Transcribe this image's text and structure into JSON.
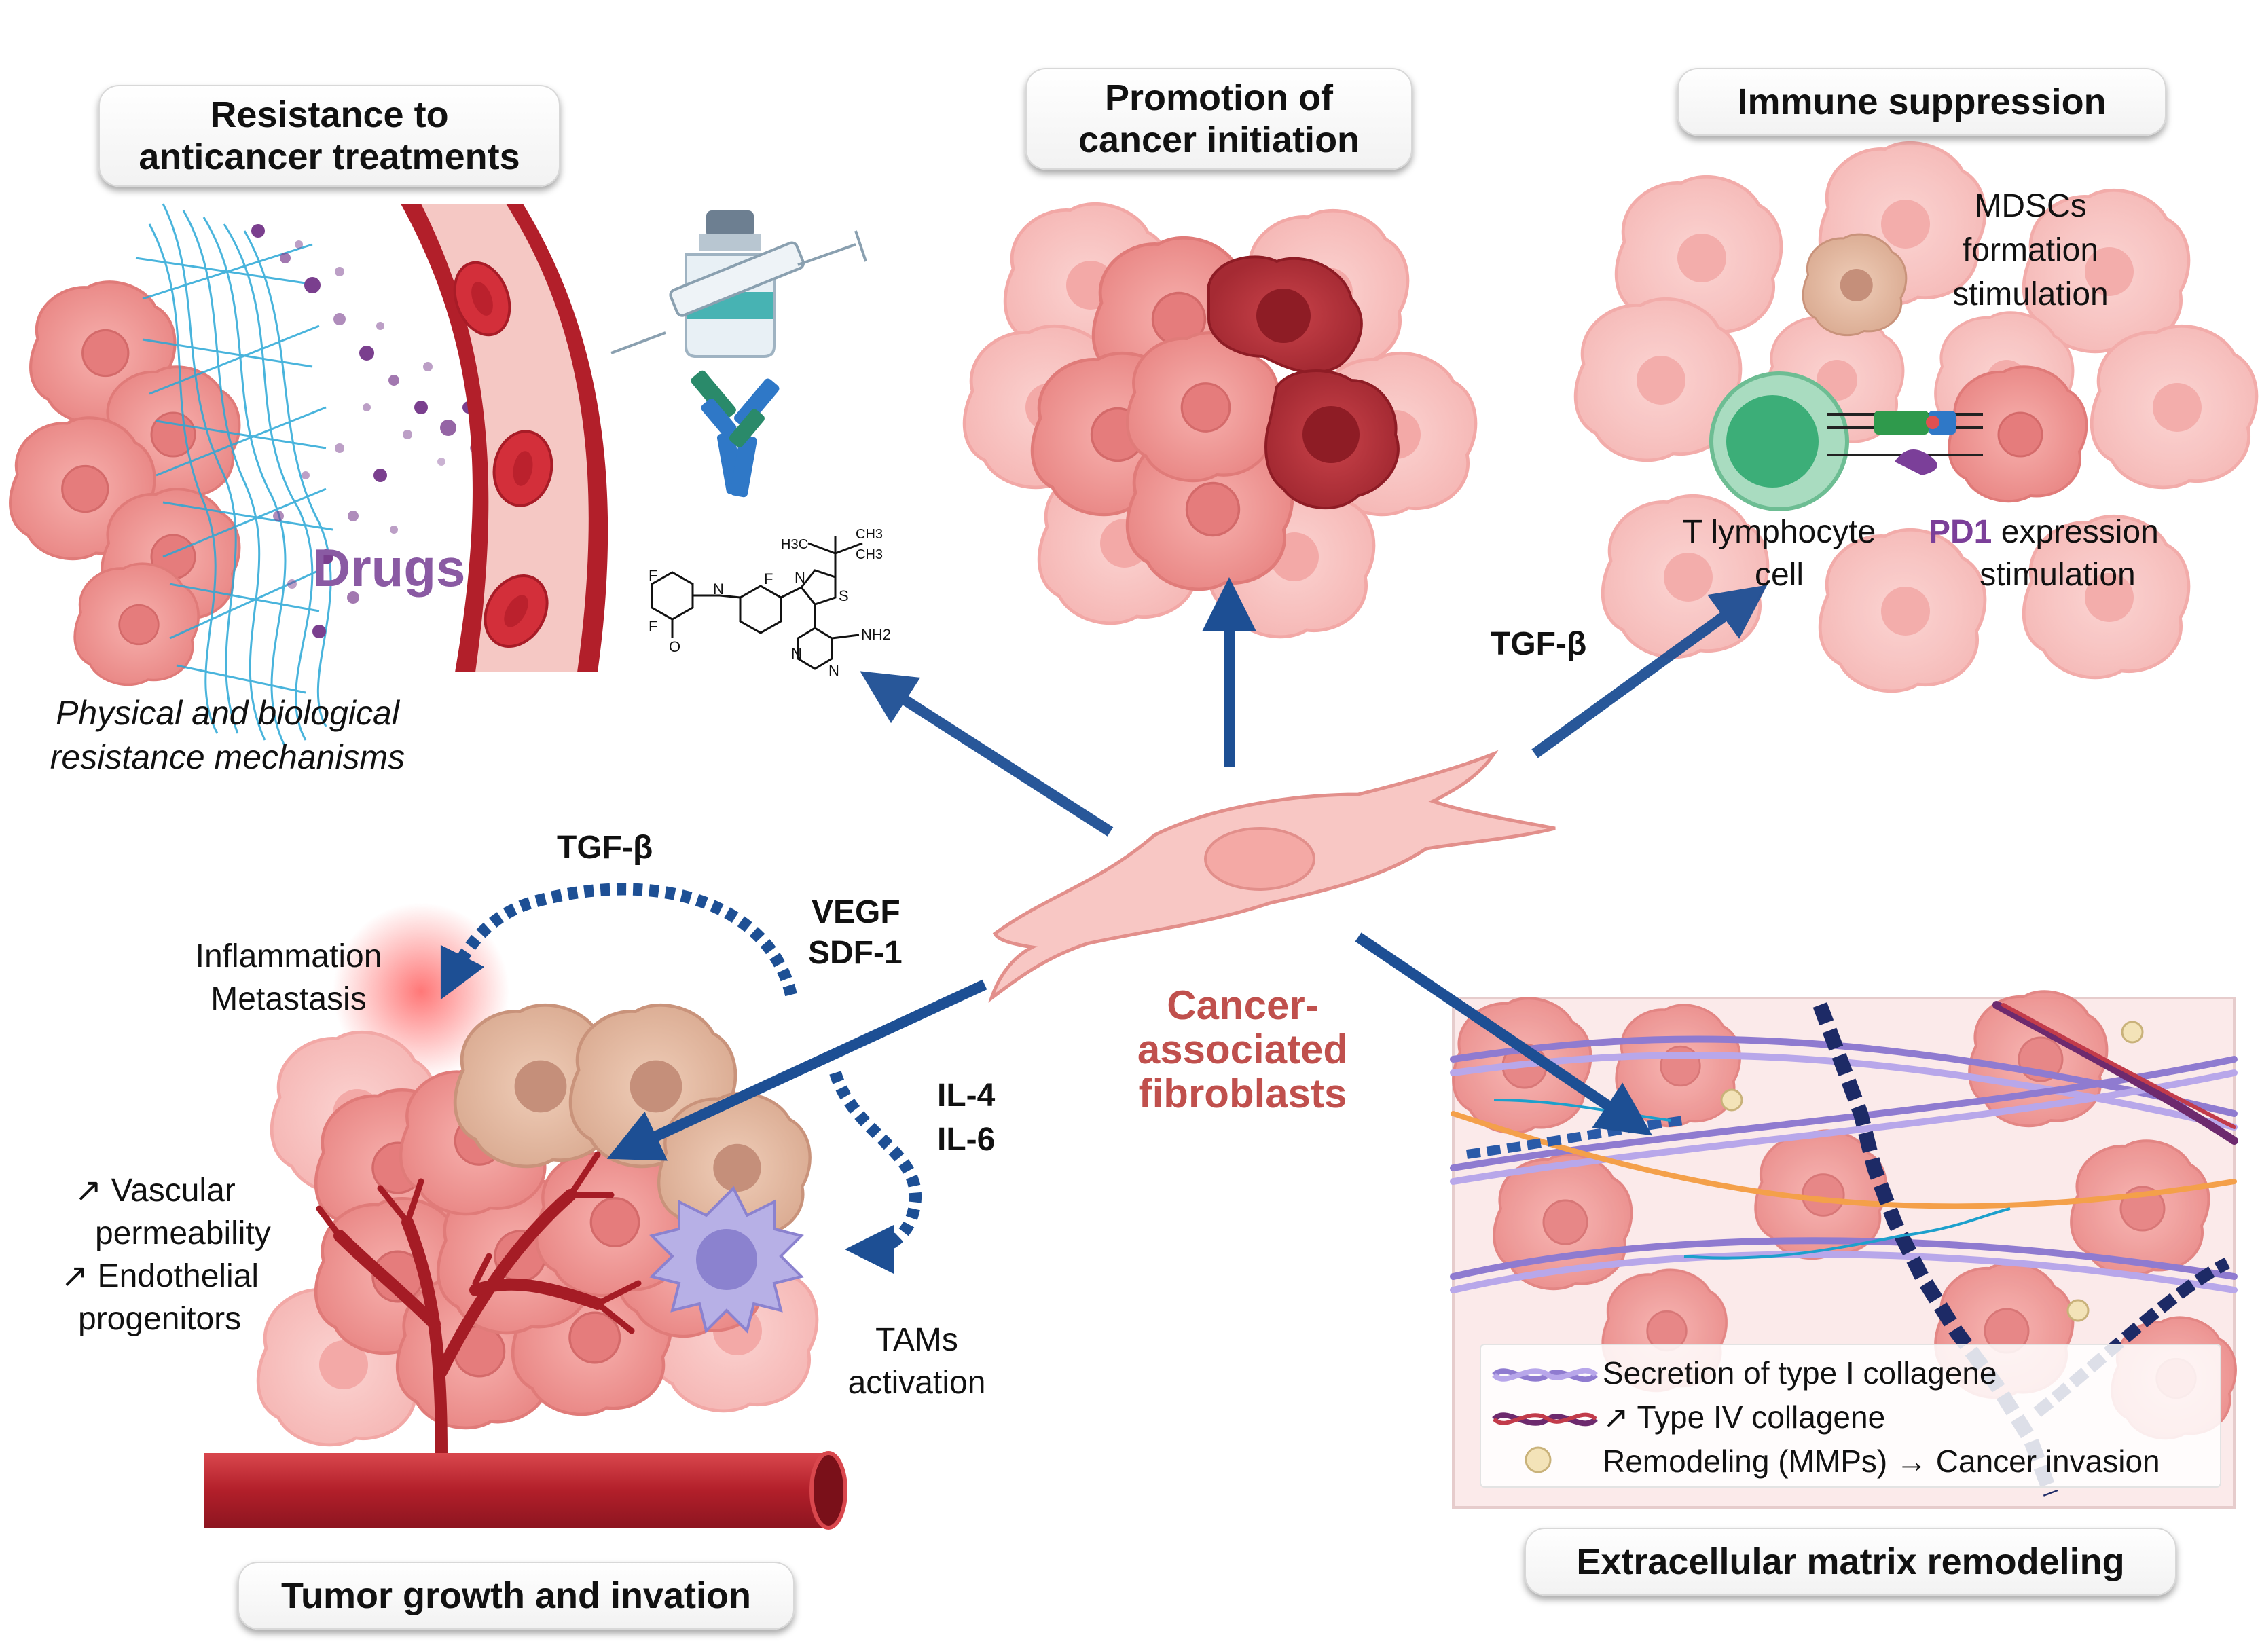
{
  "sections": {
    "resistance": {
      "title_line1": "Resistance to",
      "title_line2": "anticancer treatments",
      "drugs_label": "Drugs",
      "mechanism_line1": "Physical and biological",
      "mechanism_line2": "resistance mechanisms",
      "molecule_labels": {
        "ch3a": "H3C",
        "ch3b": "CH3",
        "ch3c": "CH3",
        "n1": "N",
        "n2": "N",
        "n3": "N",
        "s1": "S",
        "nh": "N",
        "nh2": "NH2",
        "f1": "F",
        "f2": "F",
        "f3": "F",
        "o": "O"
      }
    },
    "initiation": {
      "title_line1": "Promotion of",
      "title_line2": "cancer initiation"
    },
    "immune": {
      "title": "Immune suppression",
      "mdsc_line1": "MDSCs",
      "mdsc_line2": "formation",
      "mdsc_line3": "stimulation",
      "t_cell_line1": "T lymphocyte",
      "t_cell_line2": "cell",
      "pd1": "PD1",
      "pd1_rest": " expression",
      "pd1_line2": "stimulation",
      "tgf": "TGF-β"
    },
    "caf": {
      "line1": "Cancer-",
      "line2": "associated",
      "line3": "fibroblasts"
    },
    "tumor": {
      "title": "Tumor growth and invation",
      "tgf": "TGF-β",
      "vegf": "VEGF",
      "sdf": "SDF-1",
      "il4": "IL-4",
      "il6": "IL-6",
      "inflammation": "Inflammation",
      "metastasis": "Metastasis",
      "vascular_line1": "↗  Vascular",
      "vascular_line2": "permeability",
      "endothelial_line1": "↗ Endothelial",
      "endothelial_line2": "progenitors",
      "tams_line1": "TAMs",
      "tams_line2": "activation"
    },
    "ecm": {
      "title": "Extracellular matrix remodeling",
      "legend": [
        "Secretion of type I collagene",
        "↗ Type IV collagene",
        "Remodeling (MMPs) → Cancer invasion"
      ]
    }
  },
  "colors": {
    "arrow_blue": "#1d4f94",
    "caf_red": "#c0504d",
    "pd1_purple": "#7b3f99",
    "drugs_purple": "#8a5aa3",
    "cell_pink": "#f2a3a3",
    "vessel_red": "#b21f2a"
  }
}
